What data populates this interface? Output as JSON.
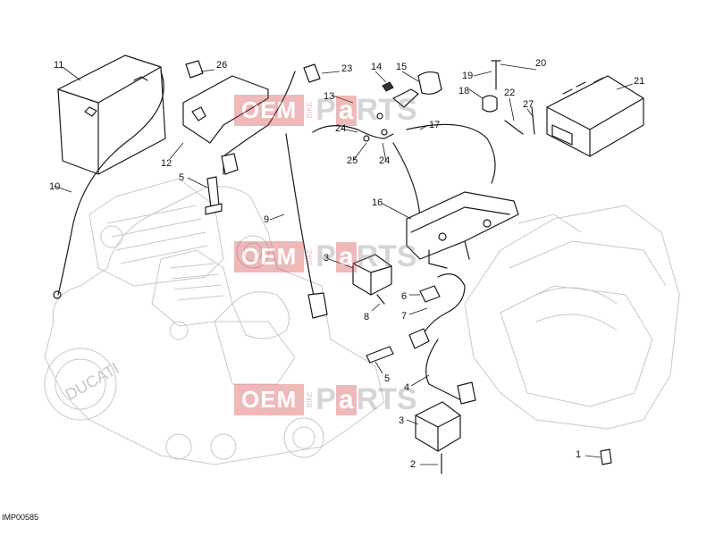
{
  "reference_code": "IMP00585",
  "watermark": {
    "oem": "OEM",
    "bike": "BIKE",
    "p": "P",
    "a": "a",
    "rts": "RTS"
  },
  "callouts": [
    "11",
    "26",
    "23",
    "14",
    "15",
    "19",
    "20",
    "21",
    "18",
    "22",
    "27",
    "13",
    "24",
    "17",
    "25",
    "24",
    "12",
    "10",
    "5",
    "9",
    "16",
    "3",
    "8",
    "6",
    "7",
    "5",
    "4",
    "3",
    "2",
    "1"
  ],
  "colors": {
    "watermark_red": "#d23a3a",
    "watermark_grey": "#888888"
  }
}
